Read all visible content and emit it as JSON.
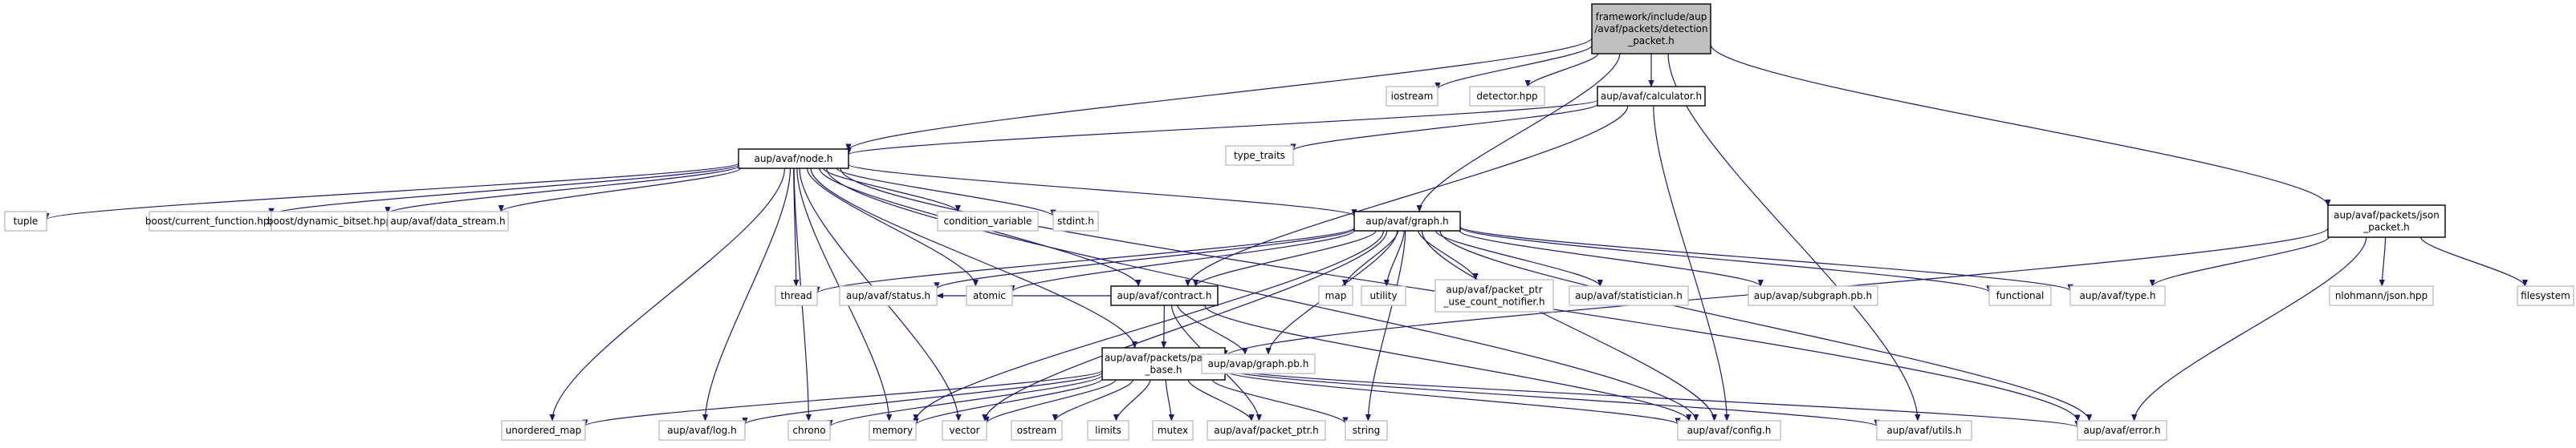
{
  "colors": {
    "edge": "#191970",
    "root_fill": "#bfbfbf",
    "root_stroke": "#000000",
    "internal_fill": "#ffffff",
    "internal_stroke": "#000000",
    "external_fill": "#ffffff",
    "external_stroke": "#bfbfbf",
    "text": "#000000"
  },
  "nodes": [
    {
      "id": "detection_packet",
      "kind": "root",
      "lines": [
        "framework/include/aup",
        "/avaf/packets/detection",
        "_packet.h"
      ]
    },
    {
      "id": "iostream",
      "kind": "external",
      "lines": [
        "iostream"
      ]
    },
    {
      "id": "detector_hpp",
      "kind": "external",
      "lines": [
        "detector.hpp"
      ]
    },
    {
      "id": "calculator_h",
      "kind": "internal",
      "lines": [
        "aup/avaf/calculator.h"
      ]
    },
    {
      "id": "type_traits",
      "kind": "external",
      "lines": [
        "type_traits"
      ]
    },
    {
      "id": "node_h",
      "kind": "internal",
      "lines": [
        "aup/avaf/node.h"
      ]
    },
    {
      "id": "tuple",
      "kind": "external",
      "lines": [
        "tuple"
      ]
    },
    {
      "id": "current_function",
      "kind": "external",
      "lines": [
        "boost/current_function.hpp"
      ]
    },
    {
      "id": "dynamic_bitset",
      "kind": "external",
      "lines": [
        "boost/dynamic_bitset.hpp"
      ]
    },
    {
      "id": "data_stream",
      "kind": "external",
      "lines": [
        "aup/avaf/data_stream.h"
      ]
    },
    {
      "id": "condition_variable",
      "kind": "external",
      "lines": [
        "condition_variable"
      ]
    },
    {
      "id": "stdint",
      "kind": "external",
      "lines": [
        "stdint.h"
      ]
    },
    {
      "id": "graph_h",
      "kind": "internal",
      "lines": [
        "aup/avaf/graph.h"
      ]
    },
    {
      "id": "json_packet",
      "kind": "internal",
      "lines": [
        "aup/avaf/packets/json",
        "_packet.h"
      ]
    },
    {
      "id": "thread",
      "kind": "external",
      "lines": [
        "thread"
      ]
    },
    {
      "id": "status_h",
      "kind": "external",
      "lines": [
        "aup/avaf/status.h"
      ]
    },
    {
      "id": "atomic",
      "kind": "external",
      "lines": [
        "atomic"
      ]
    },
    {
      "id": "contract_h",
      "kind": "internal",
      "lines": [
        "aup/avaf/contract.h"
      ]
    },
    {
      "id": "map",
      "kind": "external",
      "lines": [
        "map"
      ]
    },
    {
      "id": "utility",
      "kind": "external",
      "lines": [
        "utility"
      ]
    },
    {
      "id": "packet_ptr_notifier",
      "kind": "external",
      "lines": [
        "aup/avaf/packet_ptr",
        "_use_count_notifier.h"
      ]
    },
    {
      "id": "statistician",
      "kind": "external",
      "lines": [
        "aup/avaf/statistician.h"
      ]
    },
    {
      "id": "subgraph_pb",
      "kind": "external",
      "lines": [
        "aup/avap/subgraph.pb.h"
      ]
    },
    {
      "id": "functional",
      "kind": "external",
      "lines": [
        "functional"
      ]
    },
    {
      "id": "type_h",
      "kind": "external",
      "lines": [
        "aup/avaf/type.h"
      ]
    },
    {
      "id": "nlohmann_json",
      "kind": "external",
      "lines": [
        "nlohmann/json.hpp"
      ]
    },
    {
      "id": "filesystem",
      "kind": "external",
      "lines": [
        "filesystem"
      ]
    },
    {
      "id": "packet_base",
      "kind": "internal",
      "lines": [
        "aup/avaf/packets/packet",
        "_base.h"
      ]
    },
    {
      "id": "graph_pb",
      "kind": "external",
      "lines": [
        "aup/avap/graph.pb.h"
      ]
    },
    {
      "id": "unordered_map",
      "kind": "external",
      "lines": [
        "unordered_map"
      ]
    },
    {
      "id": "log_h",
      "kind": "external",
      "lines": [
        "aup/avaf/log.h"
      ]
    },
    {
      "id": "chrono",
      "kind": "external",
      "lines": [
        "chrono"
      ]
    },
    {
      "id": "memory",
      "kind": "external",
      "lines": [
        "memory"
      ]
    },
    {
      "id": "vector",
      "kind": "external",
      "lines": [
        "vector"
      ]
    },
    {
      "id": "ostream",
      "kind": "external",
      "lines": [
        "ostream"
      ]
    },
    {
      "id": "limits",
      "kind": "external",
      "lines": [
        "limits"
      ]
    },
    {
      "id": "mutex",
      "kind": "external",
      "lines": [
        "mutex"
      ]
    },
    {
      "id": "packet_ptr",
      "kind": "external",
      "lines": [
        "aup/avaf/packet_ptr.h"
      ]
    },
    {
      "id": "string",
      "kind": "external",
      "lines": [
        "string"
      ]
    },
    {
      "id": "config_h",
      "kind": "external",
      "lines": [
        "aup/avaf/config.h"
      ]
    },
    {
      "id": "utils_h",
      "kind": "external",
      "lines": [
        "aup/avaf/utils.h"
      ]
    },
    {
      "id": "error_h",
      "kind": "external",
      "lines": [
        "aup/avaf/error.h"
      ]
    }
  ],
  "edges": [
    [
      "detection_packet",
      "iostream"
    ],
    [
      "detection_packet",
      "detector_hpp"
    ],
    [
      "detection_packet",
      "calculator_h"
    ],
    [
      "detection_packet",
      "node_h"
    ],
    [
      "detection_packet",
      "graph_h"
    ],
    [
      "detection_packet",
      "json_packet"
    ],
    [
      "detection_packet",
      "utils_h"
    ],
    [
      "calculator_h",
      "node_h"
    ],
    [
      "calculator_h",
      "type_traits"
    ],
    [
      "calculator_h",
      "contract_h"
    ],
    [
      "calculator_h",
      "config_h"
    ],
    [
      "node_h",
      "tuple"
    ],
    [
      "node_h",
      "current_function"
    ],
    [
      "node_h",
      "dynamic_bitset"
    ],
    [
      "node_h",
      "data_stream"
    ],
    [
      "node_h",
      "condition_variable"
    ],
    [
      "node_h",
      "stdint"
    ],
    [
      "node_h",
      "graph_h"
    ],
    [
      "node_h",
      "thread"
    ],
    [
      "node_h",
      "atomic"
    ],
    [
      "node_h",
      "contract_h"
    ],
    [
      "node_h",
      "packet_base"
    ],
    [
      "node_h",
      "unordered_map"
    ],
    [
      "node_h",
      "log_h"
    ],
    [
      "node_h",
      "chrono"
    ],
    [
      "node_h",
      "memory"
    ],
    [
      "node_h",
      "vector"
    ],
    [
      "node_h",
      "config_h"
    ],
    [
      "node_h",
      "error_h"
    ],
    [
      "graph_h",
      "thread"
    ],
    [
      "graph_h",
      "status_h"
    ],
    [
      "graph_h",
      "atomic"
    ],
    [
      "graph_h",
      "contract_h"
    ],
    [
      "graph_h",
      "map"
    ],
    [
      "graph_h",
      "utility"
    ],
    [
      "graph_h",
      "packet_ptr_notifier"
    ],
    [
      "graph_h",
      "statistician"
    ],
    [
      "graph_h",
      "subgraph_pb"
    ],
    [
      "graph_h",
      "functional"
    ],
    [
      "graph_h",
      "type_h"
    ],
    [
      "graph_h",
      "graph_pb"
    ],
    [
      "graph_h",
      "memory"
    ],
    [
      "graph_h",
      "vector"
    ],
    [
      "graph_h",
      "string"
    ],
    [
      "graph_h",
      "config_h"
    ],
    [
      "graph_h",
      "error_h"
    ],
    [
      "json_packet",
      "type_h"
    ],
    [
      "json_packet",
      "nlohmann_json"
    ],
    [
      "json_packet",
      "filesystem"
    ],
    [
      "json_packet",
      "packet_base"
    ],
    [
      "json_packet",
      "error_h"
    ],
    [
      "contract_h",
      "status_h"
    ],
    [
      "contract_h",
      "packet_base"
    ],
    [
      "contract_h",
      "graph_pb"
    ],
    [
      "contract_h",
      "packet_ptr"
    ],
    [
      "contract_h",
      "config_h"
    ],
    [
      "packet_base",
      "unordered_map"
    ],
    [
      "packet_base",
      "log_h"
    ],
    [
      "packet_base",
      "chrono"
    ],
    [
      "packet_base",
      "memory"
    ],
    [
      "packet_base",
      "vector"
    ],
    [
      "packet_base",
      "ostream"
    ],
    [
      "packet_base",
      "limits"
    ],
    [
      "packet_base",
      "mutex"
    ],
    [
      "packet_base",
      "packet_ptr"
    ],
    [
      "packet_base",
      "string"
    ],
    [
      "packet_base",
      "config_h"
    ],
    [
      "packet_base",
      "utils_h"
    ],
    [
      "packet_base",
      "error_h"
    ]
  ]
}
